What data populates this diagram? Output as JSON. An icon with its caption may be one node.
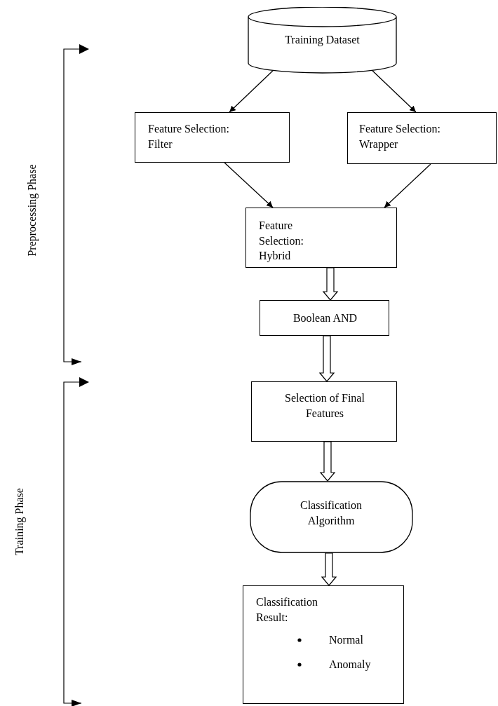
{
  "diagram": {
    "nodes": [
      {
        "text": [
          "Training Dataset"
        ]
      },
      {
        "text": [
          "Feature Selection: Filter"
        ]
      },
      {
        "text": [
          "Feature Selection: Wrapper"
        ]
      },
      {
        "text": [
          "Feature Selection: Hybrid"
        ]
      },
      {
        "text": [
          "Boolean AND"
        ]
      },
      {
        "text": [
          "Selection of Final Features"
        ]
      },
      {
        "text": [
          "Classification Algorithm"
        ]
      },
      {
        "text": [
          "Classification Result:",
          "Normal",
          "Anomaly"
        ]
      }
    ],
    "edges": [
      {
        "from": 0,
        "to": 1,
        "arrow": "to"
      },
      {
        "from": 0,
        "to": 2,
        "arrow": "to"
      },
      {
        "from": 1,
        "to": 3,
        "arrow": "to"
      },
      {
        "from": 2,
        "to": 3,
        "arrow": "to"
      },
      {
        "from": 3,
        "to": 4,
        "arrow": "to",
        "style": "thick"
      },
      {
        "from": 4,
        "to": 5,
        "arrow": "to",
        "style": "thick"
      },
      {
        "from": 5,
        "to": 6,
        "arrow": "to",
        "style": "thick"
      },
      {
        "from": 6,
        "to": 7,
        "arrow": "to",
        "style": "thick"
      }
    ],
    "labels": [
      "Preprocessing Phase",
      "Training Phase"
    ]
  }
}
